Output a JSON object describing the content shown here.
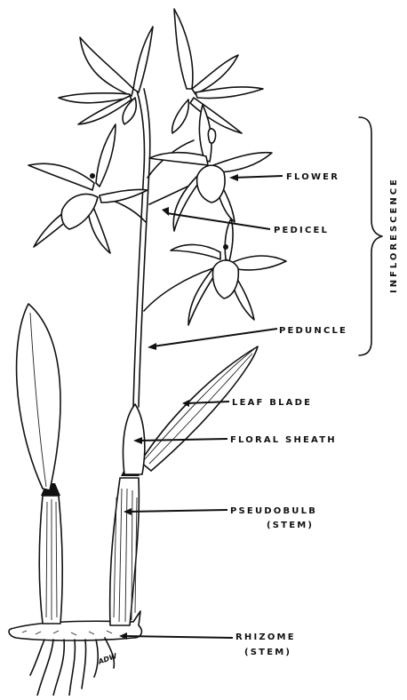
{
  "labels": {
    "flower": "FLOWER",
    "pedicel": "PEDICEL",
    "peduncle": "PEDUNCLE",
    "leaf_blade": "LEAF BLADE",
    "floral_sheath": "FLORAL SHEATH",
    "pseudobulb": "PSEUDOBULB",
    "pseudobulb_note": "(STEM)",
    "rhizome": "RHIZOME",
    "rhizome_note": "(STEM)",
    "inflorescence": "INFLORESCENCE"
  },
  "signature": "ADW"
}
